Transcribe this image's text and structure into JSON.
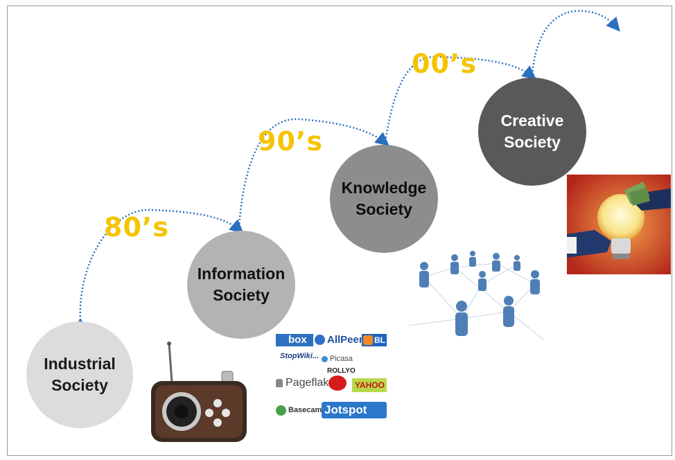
{
  "stages": [
    {
      "line1": "Industrial",
      "line2": "Society",
      "fill": "#dcdcdc",
      "text_color": "#1a1a1a"
    },
    {
      "line1": "Information",
      "line2": "Society",
      "fill": "#b3b3b3",
      "text_color": "#111111"
    },
    {
      "line1": "Knowledge",
      "line2": "Society",
      "fill": "#8d8d8d",
      "text_color": "#0d0d0d"
    },
    {
      "line1": "Creative",
      "line2": "Society",
      "fill": "#595959",
      "text_color": "#ffffff"
    }
  ],
  "decades": [
    "80’s",
    "90’s",
    "00’s"
  ],
  "colors": {
    "decade_text": "#f5c400",
    "connector": "#2a6fc0",
    "border": "#9a9a9a"
  },
  "illustrations": {
    "radio": "radio-image",
    "network": "people-network-image",
    "bulb": "lightbulb-money-image"
  },
  "web_logos": {
    "box": "box",
    "allpeers": "AllPeers",
    "blogger": "BL",
    "stopwiki": "StopWiki...",
    "picasa": "Picasa",
    "pageflakes": "Pageflakes",
    "rollyo": "ROLLYO",
    "yahoo": "YAHOO",
    "basecamp": "Basecamp",
    "jotspot": "Jotspot"
  }
}
